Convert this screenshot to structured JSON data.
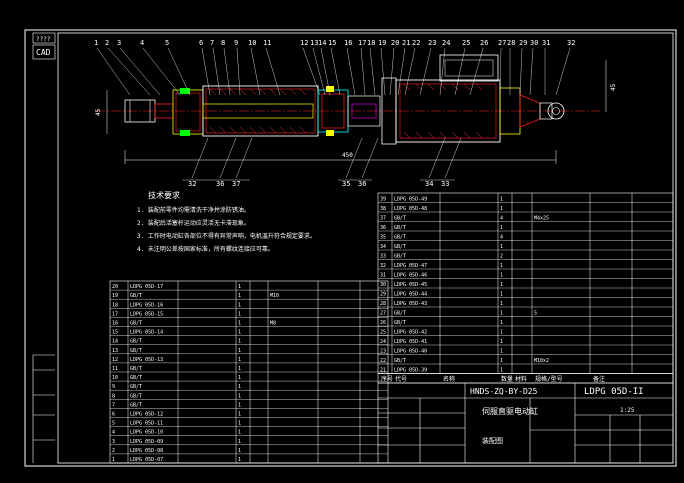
{
  "drawing": {
    "side_label": "CAD",
    "top_label": "????",
    "part_number": "HNDS-ZQ-BY-D25",
    "title": "伺服直驱电动缸",
    "model": "LDPG 05D-II",
    "subtitle": "装配图",
    "scale": "1:25",
    "dim_total": "450",
    "dim_left": "45",
    "dim_right": "45"
  },
  "balloons": [
    "1",
    "2",
    "3",
    "4",
    "5",
    "6",
    "7",
    "8",
    "9",
    "10",
    "11",
    "12",
    "13",
    "14",
    "15",
    "16",
    "17",
    "18",
    "19",
    "20",
    "21",
    "22",
    "23",
    "24",
    "25",
    "26",
    "27",
    "28",
    "29",
    "30",
    "31",
    "32"
  ],
  "bottom_balloons": [
    "32",
    "36",
    "37",
    "35",
    "36",
    "34",
    "33"
  ],
  "notes": {
    "heading": "技术要求",
    "lines": [
      "1. 装配前零件均需清洗干净并涂防锈油。",
      "2. 装配后活塞杆运动应灵活无卡滞现象。",
      "3. 工作时电动缸各部位不得有异常声响，电机温升符合规定要求。",
      "4. 未注明公差按国家标准，所有螺纹连接应可靠。"
    ]
  },
  "bom_right": {
    "rows": [
      [
        "39",
        "LDPG 05D-49",
        "",
        "1",
        "",
        "",
        ""
      ],
      [
        "38",
        "LDPG 05D-48",
        "",
        "1",
        "",
        "",
        ""
      ],
      [
        "37",
        "GB/T",
        "",
        "4",
        "",
        "M4x25",
        "",
        ""
      ],
      [
        "36",
        "GB/T",
        "",
        "1",
        "",
        "",
        "",
        ""
      ],
      [
        "35",
        "GB/T",
        "",
        "4",
        "",
        "",
        "",
        ""
      ],
      [
        "34",
        "GB/T",
        "",
        "1",
        "",
        "",
        "",
        ""
      ],
      [
        "33",
        "GB/T",
        "",
        "2",
        "",
        "",
        "",
        ""
      ],
      [
        "32",
        "LDPG 05D-47",
        "",
        "1",
        "",
        "",
        "",
        ""
      ],
      [
        "31",
        "LDPG 05D-46",
        "",
        "1",
        "",
        "",
        "",
        ""
      ],
      [
        "30",
        "LDPG 05D-45",
        "",
        "1",
        "",
        "",
        "",
        ""
      ],
      [
        "29",
        "LDPG 05D-44",
        "",
        "1",
        "",
        "",
        "",
        ""
      ],
      [
        "28",
        "LDPG 05D-43",
        "",
        "1",
        "",
        "",
        "",
        ""
      ],
      [
        "27",
        "GB/T",
        "",
        "1",
        "",
        "5",
        "",
        ""
      ],
      [
        "26",
        "GB/T",
        "",
        "1",
        "",
        "",
        "",
        ""
      ],
      [
        "25",
        "LDPG 05D-42",
        "",
        "1",
        "",
        "",
        "",
        ""
      ],
      [
        "24",
        "LDPG 05D-41",
        "",
        "1",
        "",
        "",
        "",
        ""
      ],
      [
        "23",
        "LDPG 05D-40",
        "",
        "1",
        "",
        "",
        "",
        ""
      ],
      [
        "22",
        "GB/T",
        "",
        "1",
        "",
        "M10x2",
        "",
        ""
      ],
      [
        "21",
        "LDPG 05D-39",
        "",
        "1",
        "",
        "",
        "",
        ""
      ]
    ],
    "header": [
      "序号",
      "代号",
      "名称",
      "数量",
      "材料",
      "规格/型号",
      "备注"
    ]
  },
  "bom_left": {
    "rows": [
      [
        "20",
        "LDPG 05D-17",
        "",
        "1",
        "",
        "",
        ""
      ],
      [
        "19",
        "GB/T",
        "",
        "1",
        "",
        "M10",
        "",
        ""
      ],
      [
        "18",
        "LDPG 05D-16",
        "",
        "1",
        "",
        "",
        ""
      ],
      [
        "17",
        "LDPG 05D-15",
        "",
        "1",
        "",
        "",
        ""
      ],
      [
        "16",
        "GB/T",
        "",
        "1",
        "",
        "M8",
        "",
        ""
      ],
      [
        "15",
        "LDPG 05D-14",
        "",
        "1",
        "",
        "",
        ""
      ],
      [
        "14",
        "GB/T",
        "",
        "1",
        "",
        "",
        ""
      ],
      [
        "13",
        "GB/T",
        "",
        "1",
        "",
        "",
        ""
      ],
      [
        "12",
        "LDPG 05D-13",
        "",
        "1",
        "",
        "",
        ""
      ],
      [
        "11",
        "GB/T",
        "",
        "1",
        "",
        "",
        ""
      ],
      [
        "10",
        "GB/T",
        "",
        "1",
        "",
        "",
        ""
      ],
      [
        "9",
        "GB/T",
        "",
        "1",
        "",
        "",
        ""
      ],
      [
        "8",
        "GB/T",
        "",
        "1",
        "",
        "",
        ""
      ],
      [
        "7",
        "GB/T",
        "",
        "1",
        "",
        "",
        ""
      ],
      [
        "6",
        "LDPG 05D-12",
        "",
        "1",
        "",
        "",
        ""
      ],
      [
        "5",
        "LDPG 05D-11",
        "",
        "1",
        "",
        "",
        ""
      ],
      [
        "4",
        "LDPG 05D-10",
        "",
        "1",
        "",
        "",
        ""
      ],
      [
        "3",
        "LDPG 05D-09",
        "",
        "1",
        "",
        "",
        ""
      ],
      [
        "2",
        "LDPG 05D-08",
        "",
        "1",
        "",
        "",
        ""
      ],
      [
        "1",
        "LDPG 05D-07",
        "",
        "1",
        "",
        "",
        ""
      ]
    ]
  },
  "colors": {
    "outline": "#ffffff",
    "part_red": "#ff2020",
    "part_yellow": "#ffff00",
    "part_cyan": "#00ffff",
    "part_green": "#00ff00",
    "part_magenta": "#ff00ff",
    "hatch": "#ff3030"
  }
}
